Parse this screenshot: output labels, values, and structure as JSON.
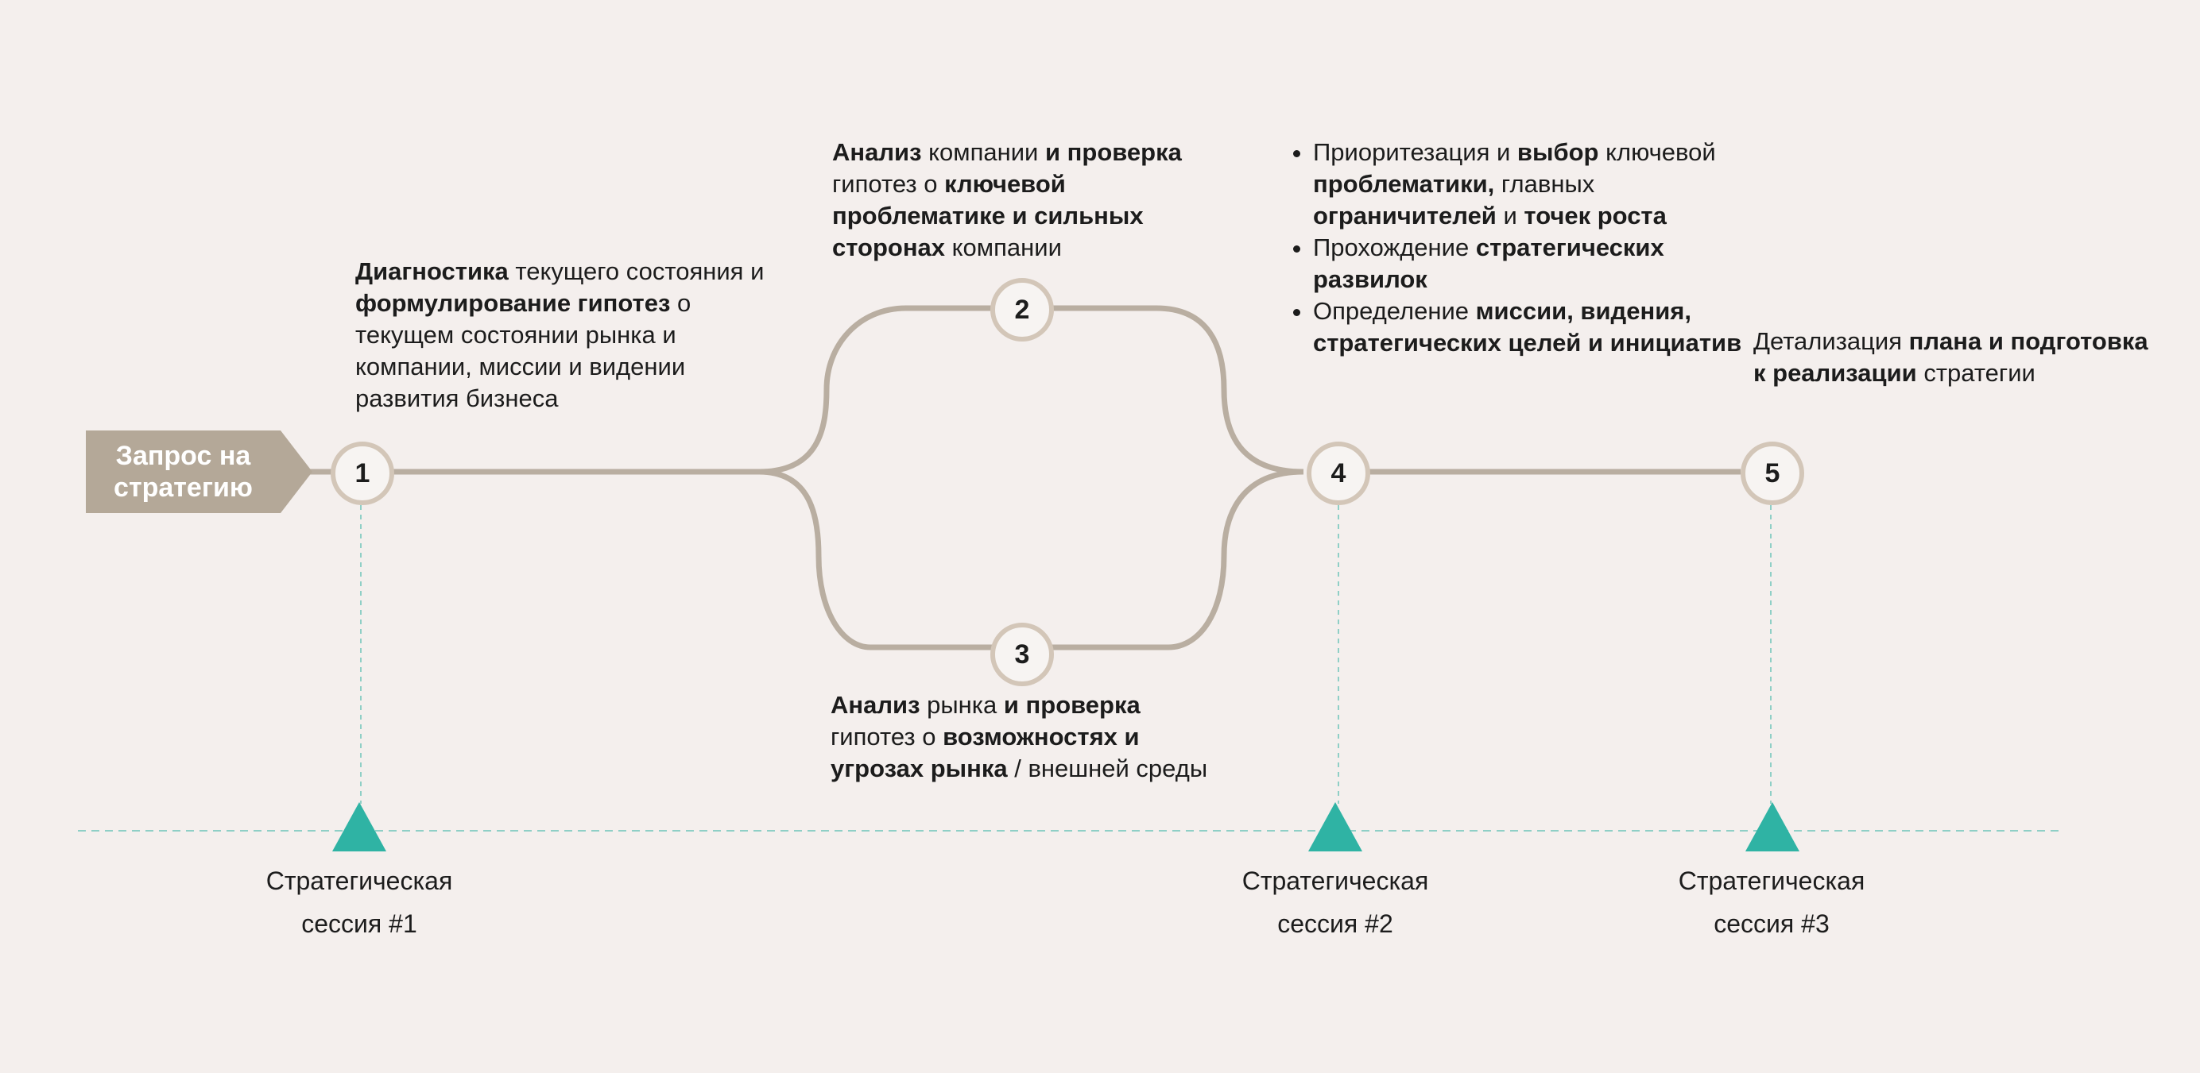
{
  "request": {
    "label": "Запрос на стратегию"
  },
  "nodes": {
    "n1": "1",
    "n2": "2",
    "n3": "3",
    "n4": "4",
    "n5": "5"
  },
  "descriptions": {
    "d1": [
      {
        "t": "Диагностика",
        "b": true
      },
      {
        "t": " текущего состояния и ",
        "b": false
      },
      {
        "t": "формулирование гипотез",
        "b": true
      },
      {
        "t": " о текущем состоянии рынка и компании, миссии и видении развития бизнеса",
        "b": false
      }
    ],
    "d2": [
      {
        "t": "Анализ",
        "b": true
      },
      {
        "t": " компании ",
        "b": false
      },
      {
        "t": "и проверка",
        "b": true
      },
      {
        "t": " гипотез о ",
        "b": false
      },
      {
        "t": "ключевой проблематике и сильных сторонах",
        "b": true
      },
      {
        "t": " компании",
        "b": false
      }
    ],
    "d3": [
      {
        "t": "Анализ",
        "b": true
      },
      {
        "t": " рынка ",
        "b": false
      },
      {
        "t": "и проверка",
        "b": true
      },
      {
        "t": " гипотез о ",
        "b": false
      },
      {
        "t": "возможностях и угрозах рынка",
        "b": true
      },
      {
        "t": " / внешней среды",
        "b": false
      }
    ],
    "d4": [
      [
        {
          "t": "Приоритезация и ",
          "b": false
        },
        {
          "t": "выбор",
          "b": true
        },
        {
          "t": " ключевой ",
          "b": false
        },
        {
          "t": "проблематики,",
          "b": true
        },
        {
          "t": " главных ",
          "b": false
        },
        {
          "t": "ограничителей",
          "b": true
        },
        {
          "t": " и ",
          "b": false
        },
        {
          "t": "точек роста",
          "b": true
        }
      ],
      [
        {
          "t": "Прохождение ",
          "b": false
        },
        {
          "t": "стратегических развилок",
          "b": true
        }
      ],
      [
        {
          "t": "Определение ",
          "b": false
        },
        {
          "t": "миссии, видения, стратегических целей и инициатив",
          "b": true
        }
      ]
    ],
    "d5": [
      {
        "t": "Детализация ",
        "b": false
      },
      {
        "t": "плана и подготовка к реализации",
        "b": true
      },
      {
        "t": " стратегии",
        "b": false
      }
    ]
  },
  "sessions": {
    "s1": "Стратегическая сессия #1",
    "s2": "Стратегическая сессия #2",
    "s3": "Стратегическая сессия #3"
  },
  "colors": {
    "path": "#b9aea1",
    "node_border": "#d3c6b8",
    "request_bg": "#b4a898",
    "marker": "#2fb3a4",
    "dashed": "#8fcfc6",
    "background": "#f4efed"
  }
}
